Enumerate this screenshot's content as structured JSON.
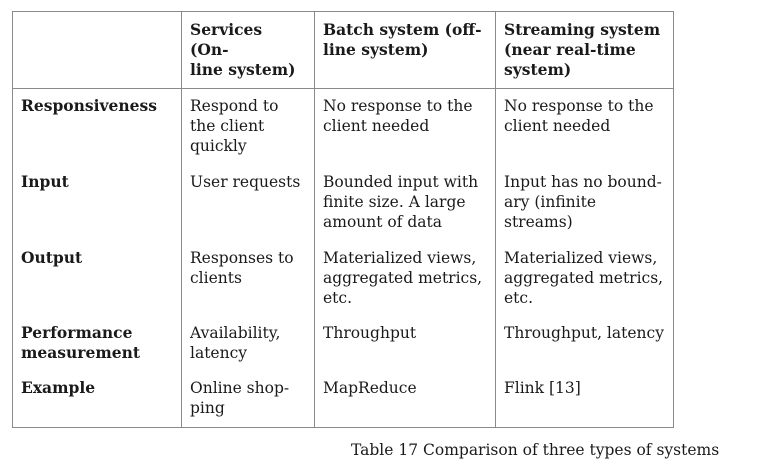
{
  "headers": [
    "",
    "Services (On-\nline system)",
    "Batch system (off-\nline system)",
    "Streaming system\n(near real-time\nsystem)"
  ],
  "rows": [
    {
      "label": "Responsiveness",
      "cells": [
        "Respond to\nthe client\nquickly",
        "No response to the\nclient needed",
        "No response to the\nclient needed"
      ]
    },
    {
      "label": "Input",
      "cells": [
        "User requests",
        "Bounded input with\nfinite size. A large\namount of data",
        "Input has no bound-\nary (infinite\nstreams)"
      ]
    },
    {
      "label": "Output",
      "cells": [
        "Responses to\nclients",
        "Materialized views,\naggregated metrics,\netc.",
        "Materialized views,\naggregated metrics,\netc."
      ]
    },
    {
      "label": "Performance\nmeasurement",
      "cells": [
        "Availability,\nlatency",
        "Throughput",
        "Throughput, latency"
      ]
    },
    {
      "label": "Example",
      "cells": [
        "Online shop-\nping",
        "MapReduce",
        "Flink [13]"
      ]
    }
  ],
  "caption": "Table 17 Comparison of three types of systems"
}
